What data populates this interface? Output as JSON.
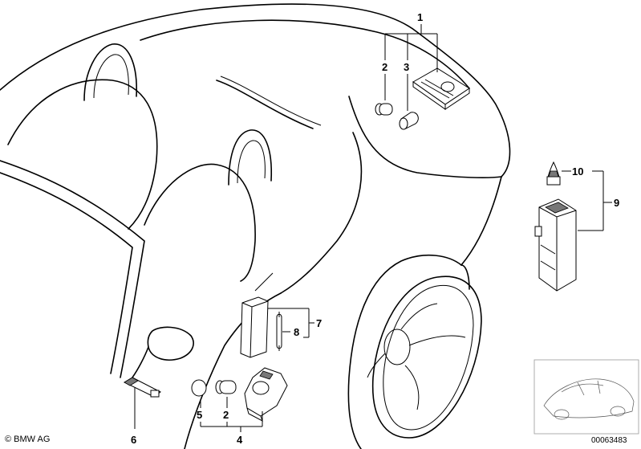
{
  "copyright": "© BMW AG",
  "diagram_id": "00063483",
  "callouts": [
    {
      "id": "c1",
      "label": "1"
    },
    {
      "id": "c2a",
      "label": "2"
    },
    {
      "id": "c3",
      "label": "3"
    },
    {
      "id": "c10",
      "label": "10"
    },
    {
      "id": "c9",
      "label": "9"
    },
    {
      "id": "c7",
      "label": "7"
    },
    {
      "id": "c8",
      "label": "8"
    },
    {
      "id": "c5",
      "label": "5"
    },
    {
      "id": "c2b",
      "label": "2"
    },
    {
      "id": "c4",
      "label": "4"
    },
    {
      "id": "c6",
      "label": "6"
    }
  ]
}
